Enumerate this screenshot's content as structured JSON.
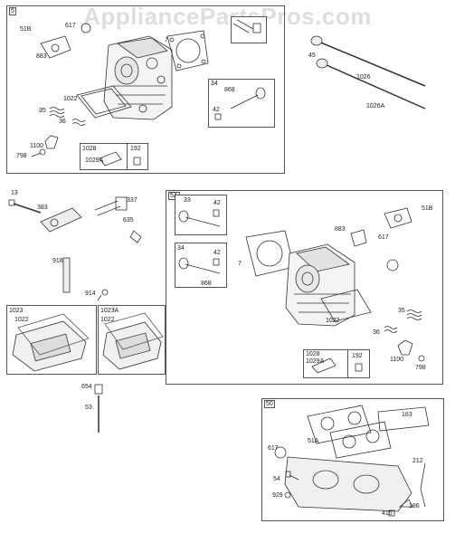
{
  "watermark": "AppliancePartsPros.com",
  "sections": {
    "s5": {
      "tag": "5"
    },
    "s5A": {
      "tag": "5A"
    },
    "s50": {
      "tag": "50"
    }
  },
  "labels": {
    "a51B": "51B",
    "a617": "617",
    "a7": "7",
    "a883": "883",
    "a1022": "1022",
    "a35": "35",
    "a36": "36",
    "a34": "34",
    "a868": "868",
    "a42": "42",
    "a1100": "1100",
    "a798": "798",
    "a1028": "1028",
    "a1029A": "1029A",
    "a192": "192",
    "b45": "45",
    "b1026": "1026",
    "b1026A": "1026A",
    "c13": "13",
    "c383": "383",
    "c337": "337",
    "c635": "635",
    "c918": "918",
    "c914": "914",
    "c1023": "1023",
    "c1022": "1022",
    "c1023A": "1023A",
    "c1022b": "1022",
    "c654": "654",
    "c53": "53",
    "d33": "33",
    "d42": "42",
    "d34": "34",
    "d42b": "42",
    "d868": "868",
    "d7": "7",
    "d51B": "51B",
    "d883": "883",
    "d617": "617",
    "d1022": "1022",
    "d35": "35",
    "d36": "36",
    "d1028": "1028",
    "d1029A": "1029A",
    "d192": "192",
    "d1100": "1100",
    "d798": "798",
    "e163": "163",
    "e617": "617",
    "e51A": "51A",
    "e212": "212",
    "e54": "54",
    "e929": "929",
    "e186": "186",
    "e415": "415"
  }
}
